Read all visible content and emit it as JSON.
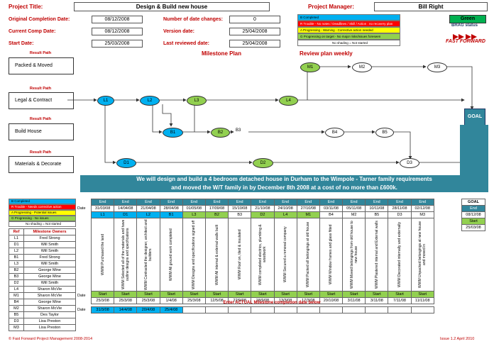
{
  "header": {
    "project_title_label": "Project Title:",
    "project_title": "Design & Build new house",
    "project_manager_label": "Project Manager:",
    "project_manager": "Bill Right",
    "original_completion_label": "Original Completion Date:",
    "original_completion": "08/12/2008",
    "current_comp_label": "Current Comp Date:",
    "current_comp": "08/12/2008",
    "start_date_label": "Start Date:",
    "start_date": "25/03/2008",
    "date_changes_label": "Number of date changes:",
    "date_changes": "0",
    "version_date_label": "Version date:",
    "version_date": "25/04/2008",
    "last_reviewed_label": "Last reviewed date:",
    "last_reviewed": "25/04/2008",
    "brag_value": "Green",
    "brag_label": "BRAG status",
    "logo_text": "FAST FORWARD"
  },
  "legend": [
    {
      "text": "B  Completed",
      "color": "#00b0f0"
    },
    {
      "text": "R  Trouble - No notes / Deadlines / Skill / Action : no recovery plan",
      "color": "#ff0000"
    },
    {
      "text": "A  Progressing - Warning - Corrective action needed",
      "color": "#ffff00"
    },
    {
      "text": "G  Progressing on target - No major risks/issues foreseen",
      "color": "#92d050"
    },
    {
      "text": "No shading = Not started",
      "color": "#ffffff"
    }
  ],
  "diagram": {
    "milestone_plan": "Milestone Plan",
    "review_weekly": "Review plan weekly",
    "result_path": "Result Path",
    "paths": [
      "Packed & Moved",
      "Legal & Contract",
      "Build House",
      "Materials & Decorate"
    ],
    "goal": "GOAL",
    "nodes": {
      "M1": "M1",
      "M2": "M2",
      "M3": "M3",
      "L1": "L1",
      "L2": "L2",
      "L3": "L3",
      "L4": "L4",
      "B1": "B1",
      "B2": "B2",
      "B3": "B3",
      "B4": "B4",
      "B5": "B5",
      "D1": "D1",
      "D2": "D2",
      "D3": "D3"
    }
  },
  "banner": {
    "line1": "We will design and build a 4 bedroom detached house in Durham to the Wimpole - Tarner family requirements",
    "line2": "and moved the W/T family in by December 8th 2008 at a cost of no more than £600k."
  },
  "table": {
    "date_label": "Date",
    "end_label": "End",
    "start_label": "Start",
    "ref_label": "Ref",
    "owners_label": "Milestone Owners",
    "goal_label": "GOAL",
    "goal_end": "End",
    "goal_end_date": "08/12/08",
    "goal_start": "Start",
    "goal_start_date": "25/03/08",
    "legend_small": [
      {
        "text": "B  Completed",
        "color": "#00b0f0"
      },
      {
        "text": "R  Trouble - Needs corrective action",
        "color": "#ff0000"
      },
      {
        "text": "A  Progressing - Potential issues",
        "color": "#ffff00"
      },
      {
        "text": "G  Progressing - No issues",
        "color": "#92d050"
      },
      {
        "text": "No shading = Not started",
        "color": "#ffffff"
      }
    ],
    "owners": [
      {
        "ref": "L1",
        "name": "Fred Strong"
      },
      {
        "ref": "D1",
        "name": "Will Smith"
      },
      {
        "ref": "L2",
        "name": "Will Smith"
      },
      {
        "ref": "B1",
        "name": "Fred Strong"
      },
      {
        "ref": "L3",
        "name": "Will Smith"
      },
      {
        "ref": "B2",
        "name": "George Mine"
      },
      {
        "ref": "B3",
        "name": "George Mine"
      },
      {
        "ref": "D2",
        "name": "Will Smith"
      },
      {
        "ref": "L4",
        "name": "Sharon McVie"
      },
      {
        "ref": "M1",
        "name": "Sharon McVie"
      },
      {
        "ref": "B4",
        "name": "George Mine"
      },
      {
        "ref": "M2",
        "name": "Sharon McVie"
      },
      {
        "ref": "B5",
        "name": "Des Taylor"
      },
      {
        "ref": "D3",
        "name": "Lisa Preston"
      },
      {
        "ref": "M3",
        "name": "Lisa Preston"
      }
    ],
    "columns": [
      {
        "ref": "L1",
        "end": "31/03/08",
        "start": "25/3/08",
        "actual": "31/3/08",
        "status": "blue",
        "desc": "WWM Purchased the land"
      },
      {
        "ref": "D1",
        "end": "14/04/08",
        "start": "25/3/08",
        "actual": "14/4/08",
        "status": "blue",
        "desc": "WWM Selected all of the materials and have outline designs and specifications"
      },
      {
        "ref": "L2",
        "end": "21/04/08",
        "start": "25/3/08",
        "actual": "20/4/08",
        "status": "blue",
        "desc": "WWM Contracted the designer, architect and builders"
      },
      {
        "ref": "B1",
        "end": "28/04/08",
        "start": "1/4/08",
        "actual": "25/4/08",
        "status": "blue",
        "desc": "WWM All ground work completed"
      },
      {
        "ref": "L3",
        "end": "01/05/08",
        "start": "25/3/08",
        "actual": "",
        "status": "green",
        "desc": "WWM Designs and specifications signed off"
      },
      {
        "ref": "B2",
        "end": "17/09/08",
        "start": "12/5/08",
        "actual": "",
        "status": "green",
        "desc": "WWM All internal & external walls built"
      },
      {
        "ref": "B3",
        "end": "15/10/08",
        "start": "22/9/08",
        "actual": "",
        "status": "white",
        "desc": "WWM Roof on, tiled & insulated"
      },
      {
        "ref": "D2",
        "end": "21/10/08",
        "start": "18/9/08",
        "actual": "",
        "status": "green",
        "desc": "WWM completed electrics, plumbing & woodwork"
      },
      {
        "ref": "L4",
        "end": "24/10/08",
        "start": "13/3/08",
        "actual": "",
        "status": "green",
        "desc": "WWM Secured a removal company"
      },
      {
        "ref": "M1",
        "end": "27/10/08",
        "start": "17/3/08",
        "actual": "",
        "status": "green",
        "desc": "WWM Packed all belongings at old house"
      },
      {
        "ref": "B4",
        "end": "03/11/08",
        "start": "20/10/08",
        "actual": "",
        "status": "white",
        "desc": "WWM Window frames and glass fitted"
      },
      {
        "ref": "M2",
        "end": "05/11/08",
        "start": "3/11/08",
        "actual": "",
        "status": "white",
        "desc": "WWM Moved belongings from old house to new house"
      },
      {
        "ref": "B5",
        "end": "10/11/08",
        "start": "3/11/08",
        "actual": "",
        "status": "white",
        "desc": "WWM Plastered internal and External walls"
      },
      {
        "ref": "D3",
        "end": "28/11/08",
        "start": "7/11/08",
        "actual": "",
        "status": "white",
        "desc": "WWM Decorated internally and externally"
      },
      {
        "ref": "M3",
        "end": "02/12/08",
        "start": "11/11/08",
        "actual": "",
        "status": "white",
        "desc": "WWM Unpacked belongings at new house and moved in"
      }
    ],
    "actual_note": "Enter ACTUAL Milestone completion date below"
  },
  "footer": {
    "left": "© Fast Forward Project Management 2008-2014",
    "right": "Issue 1.2 April 2010"
  }
}
